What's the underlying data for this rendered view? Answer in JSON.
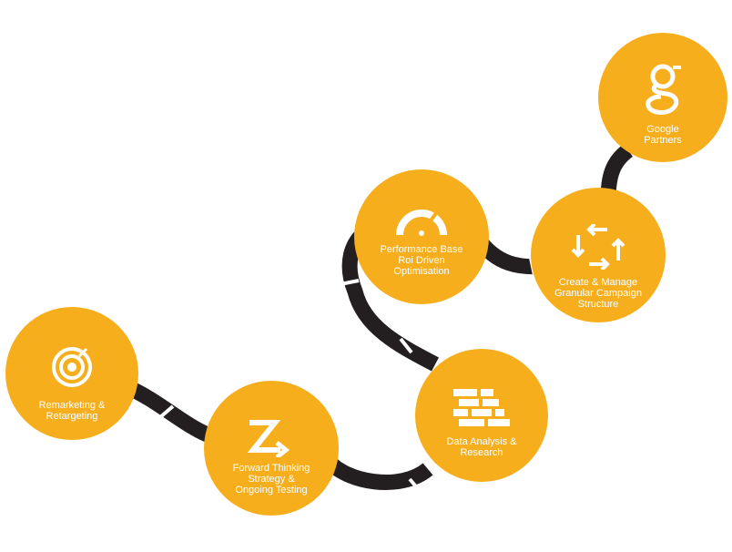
{
  "colors": {
    "node_fill": "#F7AE1D",
    "path": "#231F20",
    "icon": "#ffffff",
    "background": "#ffffff"
  },
  "nodes": [
    {
      "id": "remarketing",
      "label": "Remarketing &\nRetargeting",
      "icon": "target-icon"
    },
    {
      "id": "forward",
      "label": "Forward Thinking\nStrategy &\nOngoing Testing",
      "icon": "z-arrow-icon"
    },
    {
      "id": "data",
      "label": "Data Analysis &\nResearch",
      "icon": "brick-wall-icon"
    },
    {
      "id": "performance",
      "label": "Performance Base\nRoi Driven\nOptimisation",
      "icon": "gauge-icon"
    },
    {
      "id": "campaign",
      "label": "Create & Manage\nGranular Campaign\nStructure",
      "icon": "cycle-arrows-icon"
    },
    {
      "id": "google",
      "label": "Google\nPartners",
      "icon": "google-g-icon"
    }
  ]
}
